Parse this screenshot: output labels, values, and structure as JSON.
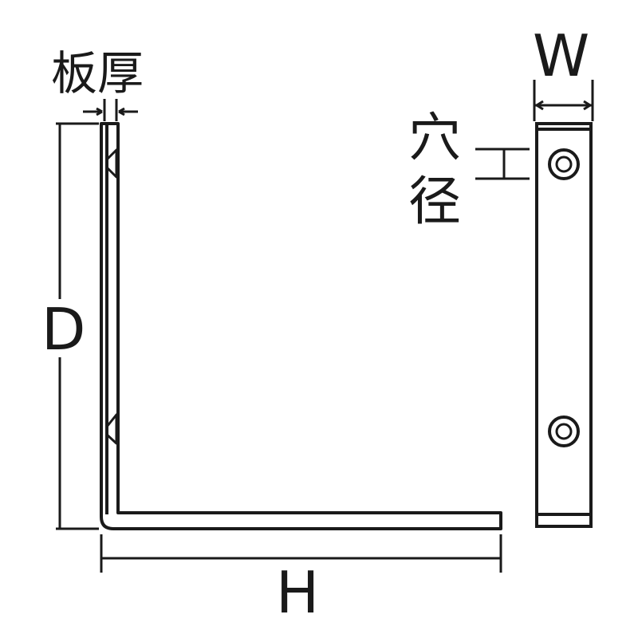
{
  "diagram": {
    "labels": {
      "thickness": "板厚",
      "hole_dia_1": "穴",
      "hole_dia_2": "径",
      "width": "W",
      "depth": "D",
      "height": "H"
    },
    "colors": {
      "stroke": "#1a1a1a",
      "background": "#ffffff"
    }
  }
}
